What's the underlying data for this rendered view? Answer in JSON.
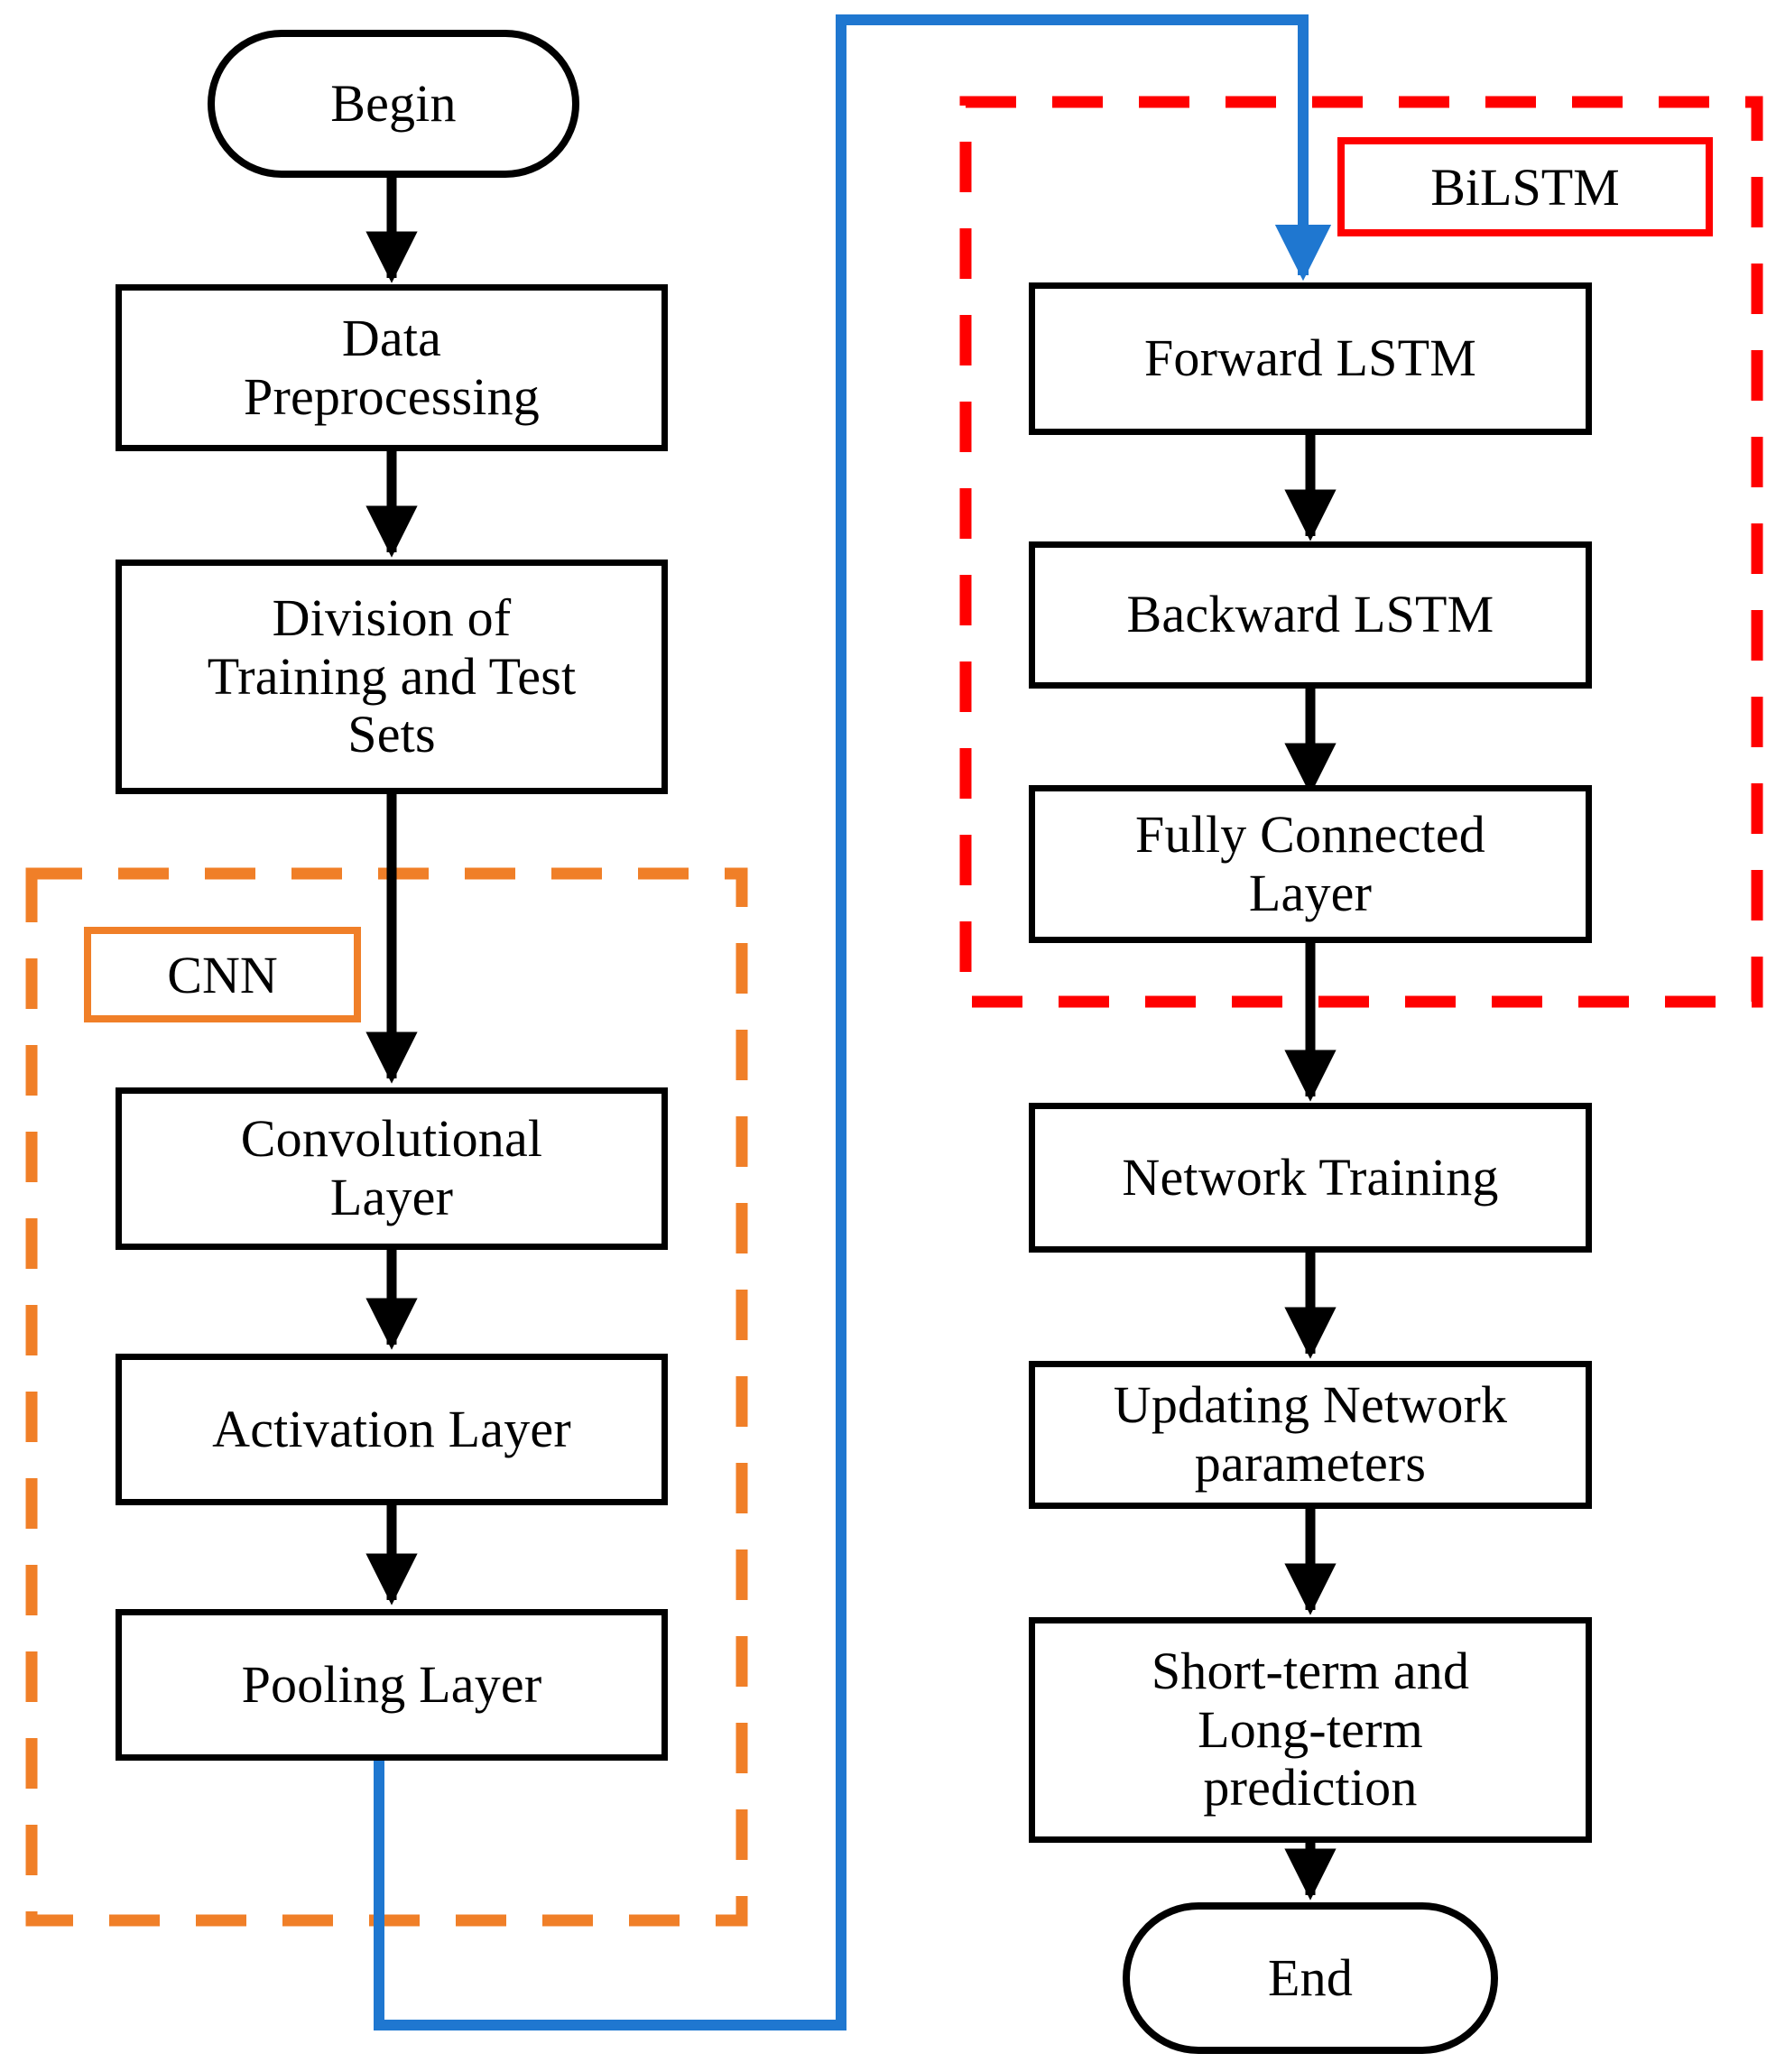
{
  "diagram": {
    "title": "CNN-BiLSTM prediction workflow flowchart",
    "colors": {
      "node_border": "#000000",
      "cnn_group": "#F07F28",
      "bilstm_group": "#FF0000",
      "feedback_connector": "#1F77D0",
      "background": "#FFFFFF"
    },
    "groups": [
      {
        "id": "cnn",
        "label": "CNN",
        "color": "#F07F28",
        "style": "dashed"
      },
      {
        "id": "bilstm",
        "label": "BiLSTM",
        "color": "#FF0000",
        "style": "dashed"
      }
    ],
    "nodes": [
      {
        "id": "begin",
        "label": "Begin",
        "shape": "terminator"
      },
      {
        "id": "preprocess",
        "label": "Data\nPreprocessing",
        "shape": "process"
      },
      {
        "id": "division",
        "label": "Division of\nTraining and Test\nSets",
        "shape": "process"
      },
      {
        "id": "conv",
        "label": "Convolutional\nLayer",
        "shape": "process",
        "group": "cnn"
      },
      {
        "id": "activation",
        "label": "Activation Layer",
        "shape": "process",
        "group": "cnn"
      },
      {
        "id": "pooling",
        "label": "Pooling Layer",
        "shape": "process",
        "group": "cnn"
      },
      {
        "id": "fwd_lstm",
        "label": "Forward LSTM",
        "shape": "process",
        "group": "bilstm"
      },
      {
        "id": "bwd_lstm",
        "label": "Backward LSTM",
        "shape": "process",
        "group": "bilstm"
      },
      {
        "id": "fc_layer",
        "label": "Fully Connected\nLayer",
        "shape": "process",
        "group": "bilstm"
      },
      {
        "id": "net_training",
        "label": "Network Training",
        "shape": "process"
      },
      {
        "id": "update_param",
        "label": "Updating Network\nparameters",
        "shape": "process"
      },
      {
        "id": "prediction",
        "label": "Short-term and\nLong-term\nprediction",
        "shape": "process"
      },
      {
        "id": "end",
        "label": "End",
        "shape": "terminator"
      }
    ],
    "edges": [
      {
        "from": "begin",
        "to": "preprocess",
        "color": "#000000"
      },
      {
        "from": "preprocess",
        "to": "division",
        "color": "#000000"
      },
      {
        "from": "division",
        "to": "conv",
        "color": "#000000"
      },
      {
        "from": "conv",
        "to": "activation",
        "color": "#000000"
      },
      {
        "from": "activation",
        "to": "pooling",
        "color": "#000000"
      },
      {
        "from": "pooling",
        "to": "fwd_lstm",
        "color": "#1F77D0",
        "routing": "orthogonal-feedback"
      },
      {
        "from": "fwd_lstm",
        "to": "bwd_lstm",
        "color": "#000000"
      },
      {
        "from": "bwd_lstm",
        "to": "fc_layer",
        "color": "#000000"
      },
      {
        "from": "fc_layer",
        "to": "net_training",
        "color": "#000000"
      },
      {
        "from": "net_training",
        "to": "update_param",
        "color": "#000000"
      },
      {
        "from": "update_param",
        "to": "prediction",
        "color": "#000000"
      },
      {
        "from": "prediction",
        "to": "end",
        "color": "#000000"
      }
    ]
  }
}
